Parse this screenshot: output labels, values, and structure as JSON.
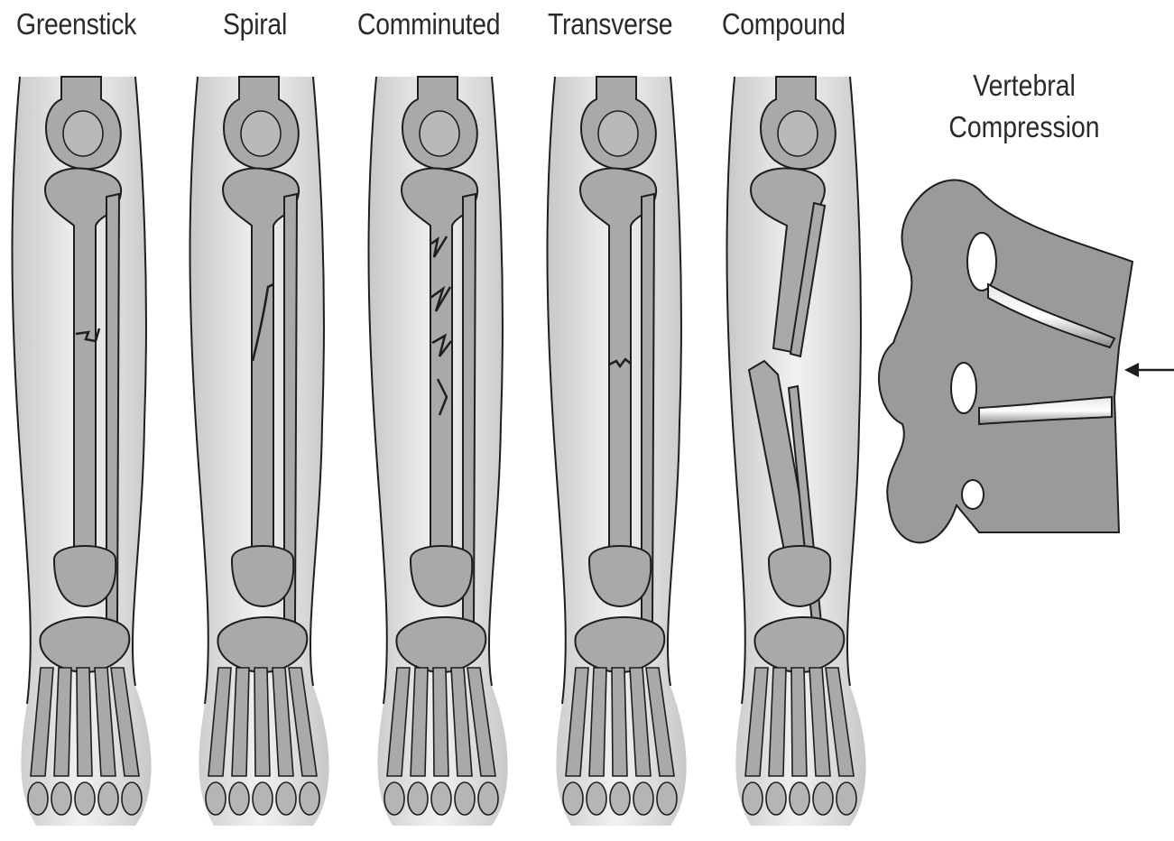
{
  "labels": {
    "greenstick": "Greenstick",
    "spiral": "Spiral",
    "comminuted": "Comminuted",
    "transverse": "Transverse",
    "compound": "Compound",
    "vertebral_line1": "Vertebral",
    "vertebral_line2": "Compression"
  },
  "colors": {
    "bone_fill": "#a9a9a9",
    "bone_stroke": "#1e1e1e",
    "leg_shade": "#d9d9d9",
    "vertebra_fill": "#9a9a9a"
  }
}
